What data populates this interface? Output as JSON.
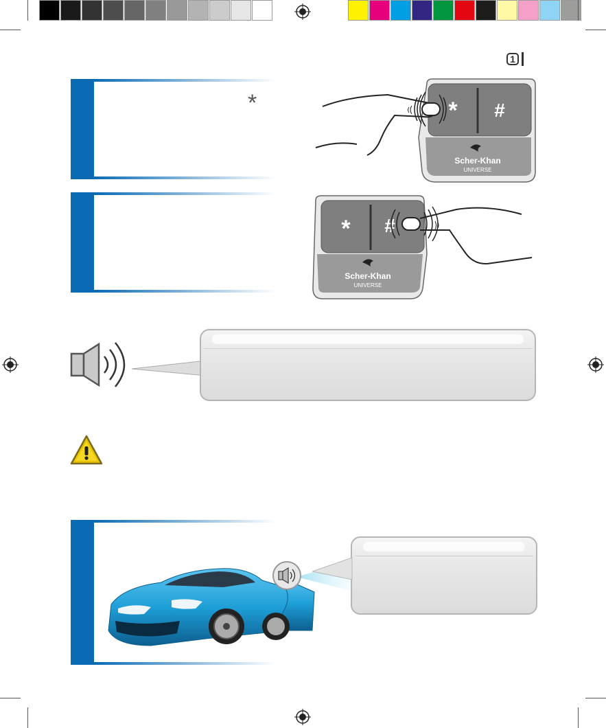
{
  "print_marks": {
    "gray_swatches": [
      "#000000",
      "#1a1a1a",
      "#333333",
      "#4d4d4d",
      "#666666",
      "#808080",
      "#999999",
      "#b3b3b3",
      "#cccccc",
      "#e6e6e6",
      "#ffffff"
    ],
    "color_swatches": [
      "#fff200",
      "#e6007e",
      "#009fe3",
      "#312783",
      "#009640",
      "#e30613",
      "#1d1d1b",
      "#fff9a6",
      "#f4a0c8",
      "#8fd3f5",
      "#9d9d9c"
    ]
  },
  "page_number": "1",
  "step1": {
    "text": "",
    "key_symbol": "*",
    "keypad": {
      "key_left": "*",
      "key_right": "#",
      "brand": "Scher-Khan",
      "model": "UNIVERSE"
    }
  },
  "step2": {
    "text": "",
    "keypad": {
      "key_left": "*",
      "key_right": "#",
      "brand": "Scher-Khan",
      "model": "UNIVERSE"
    }
  },
  "speaker_bubble": {
    "text": ""
  },
  "warning": {
    "icon": "warning-icon",
    "text": ""
  },
  "step3": {
    "text": ""
  },
  "car_bubble": {
    "text": ""
  },
  "colors": {
    "accent_blue": "#0a6ab4",
    "keypad_gray": "#8a8a8a",
    "car_blue": "#1e9fd8"
  }
}
